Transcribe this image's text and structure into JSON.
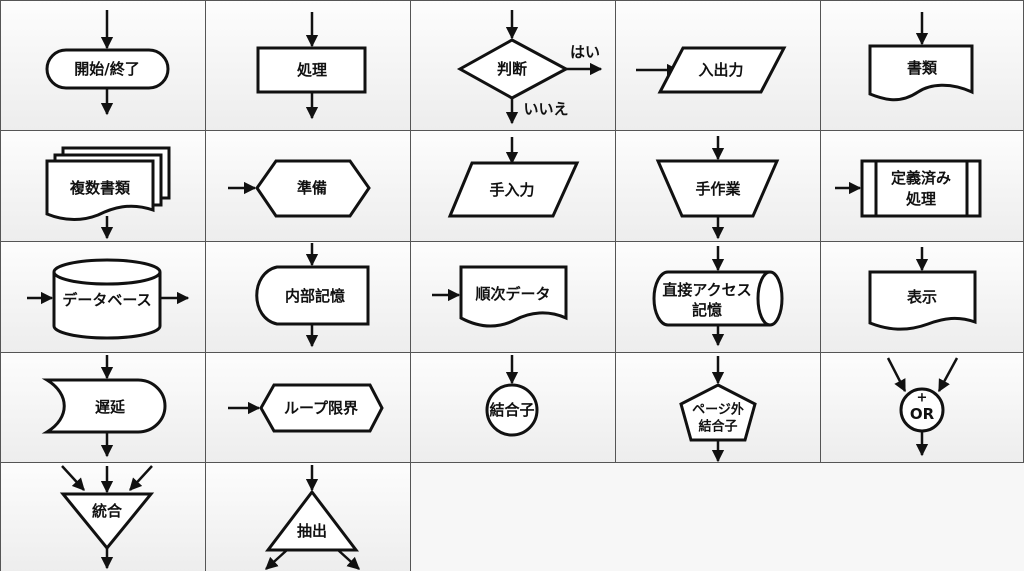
{
  "symbols": {
    "terminal": "開始/終了",
    "process": "処理",
    "decision": "判断",
    "decision_yes": "はい",
    "decision_no": "いいえ",
    "io": "入出力",
    "document": "書類",
    "multi_document": "複数書類",
    "preparation": "準備",
    "manual_input": "手入力",
    "manual_operation": "手作業",
    "predefined_line1": "定義済み",
    "predefined_line2": "処理",
    "database": "データベース",
    "internal_storage": "内部記憶",
    "sequential_data": "順次データ",
    "direct_access_line1": "直接アクセス",
    "direct_access_line2": "記憶",
    "display": "表示",
    "delay": "遅延",
    "loop_limit": "ループ限界",
    "connector": "結合子",
    "offpage_line1": "ページ外",
    "offpage_line2": "結合子",
    "or_plus": "+",
    "or_label": "OR",
    "merge": "統合",
    "extract": "抽出"
  }
}
